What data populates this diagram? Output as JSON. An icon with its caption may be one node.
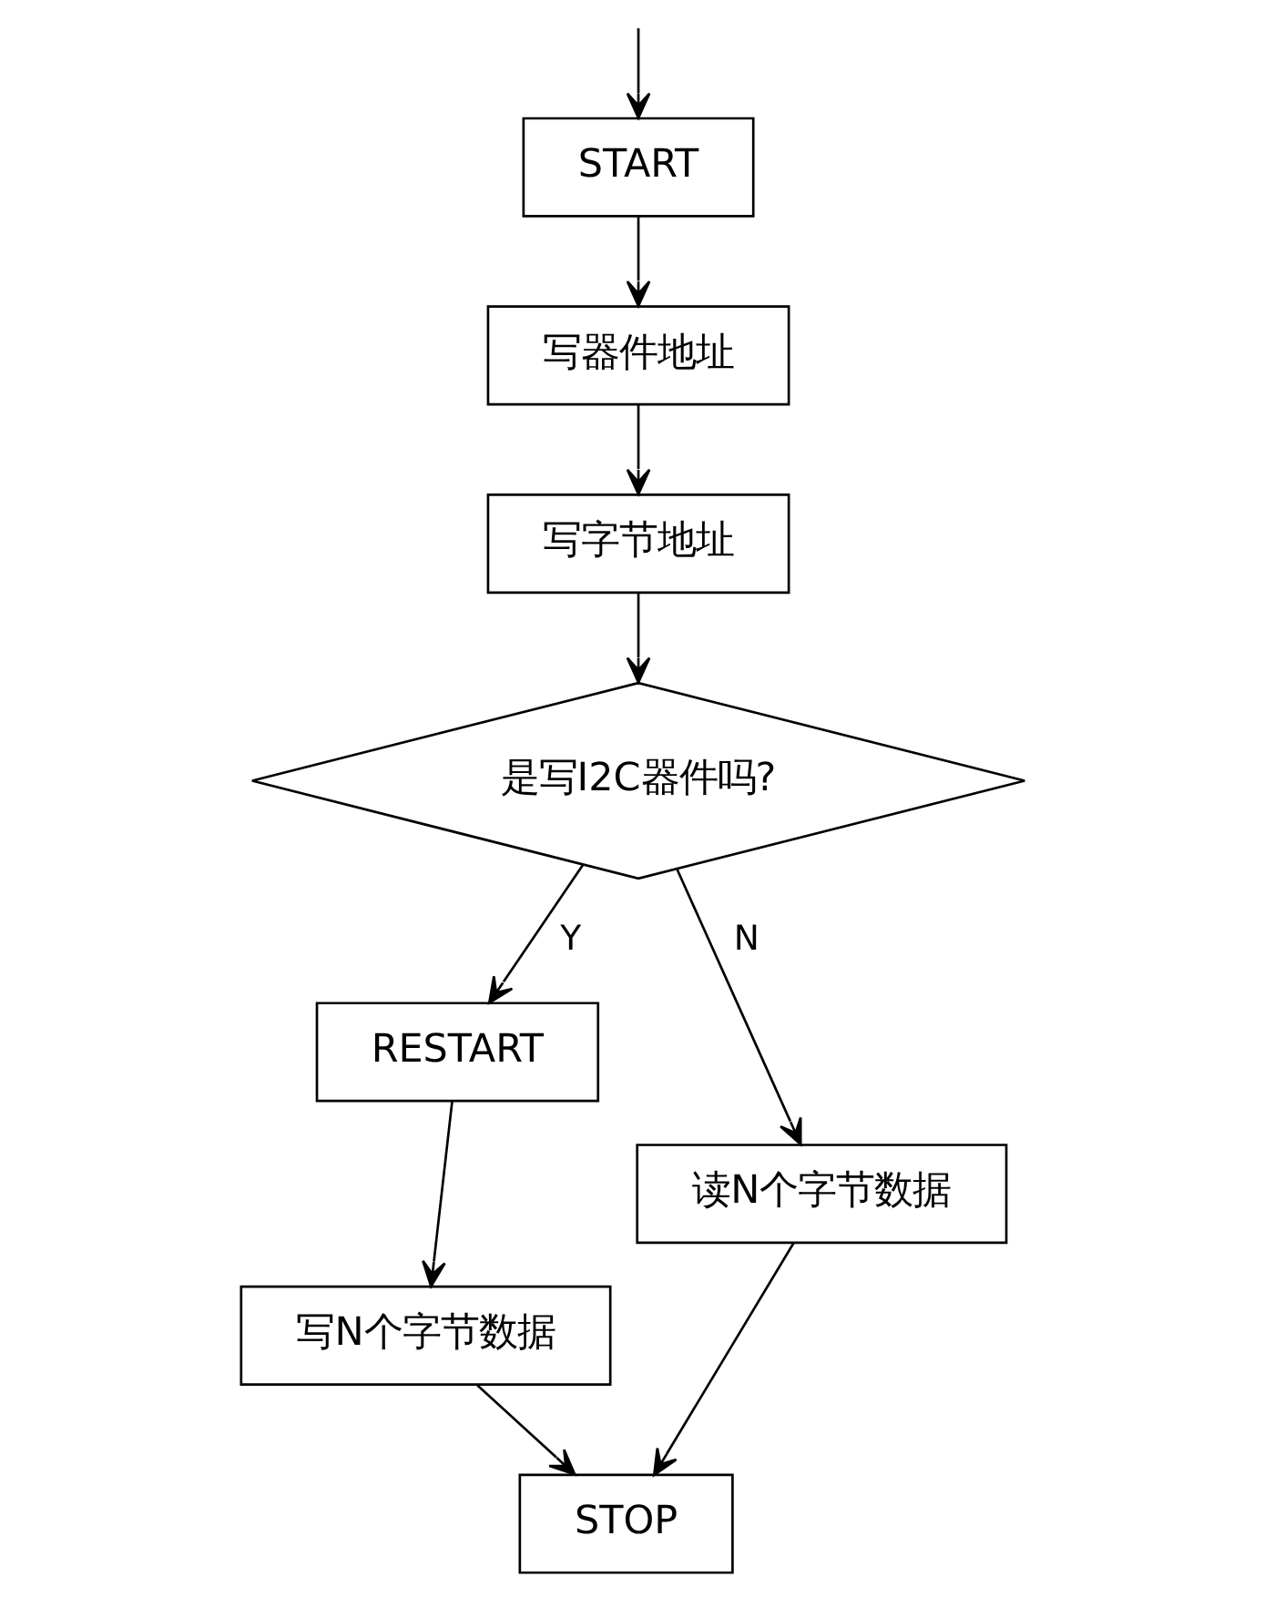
{
  "diagram": {
    "nodes": [
      {
        "text": [
          "START"
        ]
      },
      {
        "text": [
          "写器件地址"
        ]
      },
      {
        "text": [
          "写字节地址"
        ]
      },
      {
        "text": [
          "是写I2C器件吗?"
        ]
      },
      {
        "text": [
          "RESTART"
        ]
      },
      {
        "text": [
          "写N个字节数据"
        ]
      },
      {
        "text": [
          "读N个字节数据"
        ]
      },
      {
        "text": [
          "STOP"
        ]
      }
    ],
    "edges": [
      {
        "from": null,
        "to": 0,
        "arrow": "to"
      },
      {
        "from": 0,
        "to": 1,
        "arrow": "to"
      },
      {
        "from": 1,
        "to": 2,
        "arrow": "to"
      },
      {
        "from": 2,
        "to": 3,
        "arrow": "to"
      },
      {
        "from": 3,
        "to": 4,
        "arrow": "to",
        "label": "Y"
      },
      {
        "from": 3,
        "to": 6,
        "arrow": "to",
        "label": "N"
      },
      {
        "from": 4,
        "to": 5,
        "arrow": "to"
      },
      {
        "from": 5,
        "to": 7,
        "arrow": "to"
      },
      {
        "from": 6,
        "to": 7,
        "arrow": "to"
      }
    ]
  }
}
